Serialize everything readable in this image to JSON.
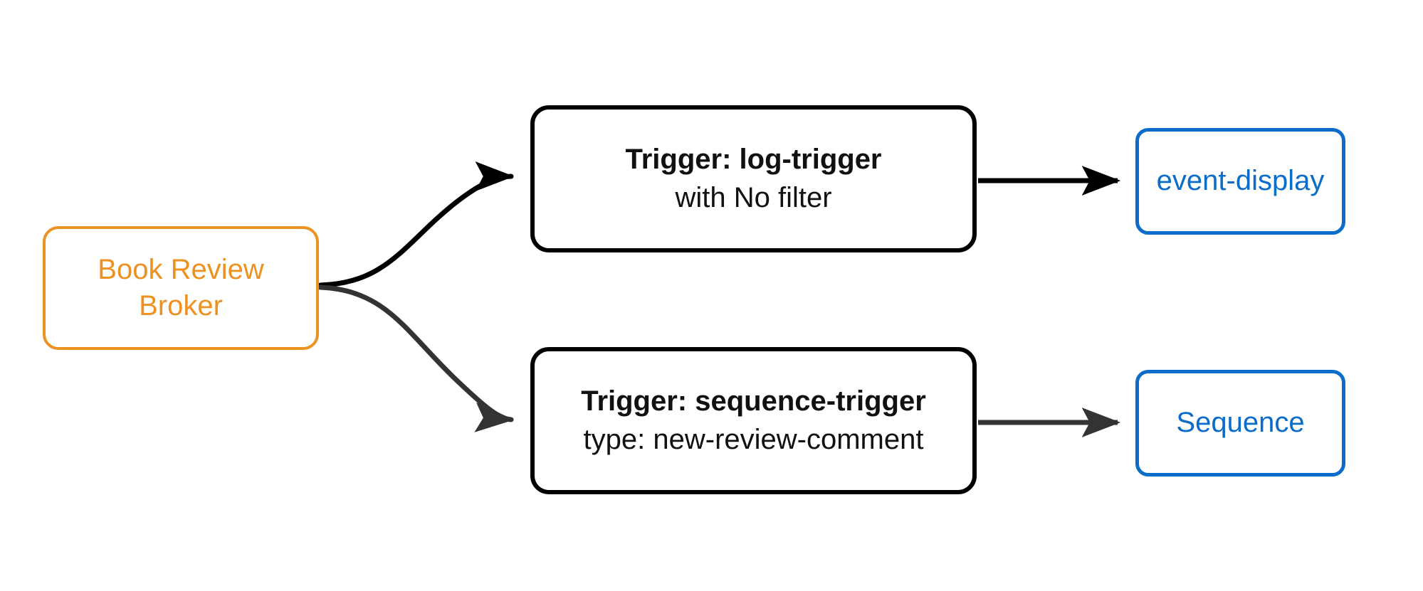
{
  "diagram": {
    "type": "flow-diagram",
    "background": "#ffffff",
    "palette": {
      "broker_orange": "#ed9121",
      "trigger_black": "#000000",
      "sink_blue": "#0b6cc9",
      "edge_black": "#000000",
      "edge_gray": "#333333"
    },
    "nodes": {
      "broker": {
        "label_line1": "Book Review",
        "label_line2": "Broker",
        "color": "#ed9121"
      },
      "log_trigger": {
        "title": "Trigger: log-trigger",
        "subtitle": "with No filter",
        "color": "#000000"
      },
      "sequence_trigger": {
        "title": "Trigger: sequence-trigger",
        "subtitle": "type: new-review-comment",
        "color": "#000000"
      },
      "event_display": {
        "label": "event-display",
        "color": "#0b6cc9"
      },
      "sequence_sink": {
        "label": "Sequence",
        "color": "#0b6cc9"
      }
    },
    "edges": [
      {
        "id": "broker-to-log-trigger",
        "from": "broker",
        "to": "log_trigger",
        "label": "",
        "color": "#000000",
        "style": "curved-arrow"
      },
      {
        "id": "broker-to-sequence-trigger",
        "from": "broker",
        "to": "sequence_trigger",
        "label": "",
        "color": "#333333",
        "style": "curved-arrow"
      },
      {
        "id": "log-trigger-to-event-display",
        "from": "log_trigger",
        "to": "event_display",
        "label": "",
        "color": "#000000",
        "style": "straight-arrow"
      },
      {
        "id": "sequence-trigger-to-sequence",
        "from": "sequence_trigger",
        "to": "sequence_sink",
        "label": "",
        "color": "#333333",
        "style": "straight-arrow"
      }
    ]
  }
}
